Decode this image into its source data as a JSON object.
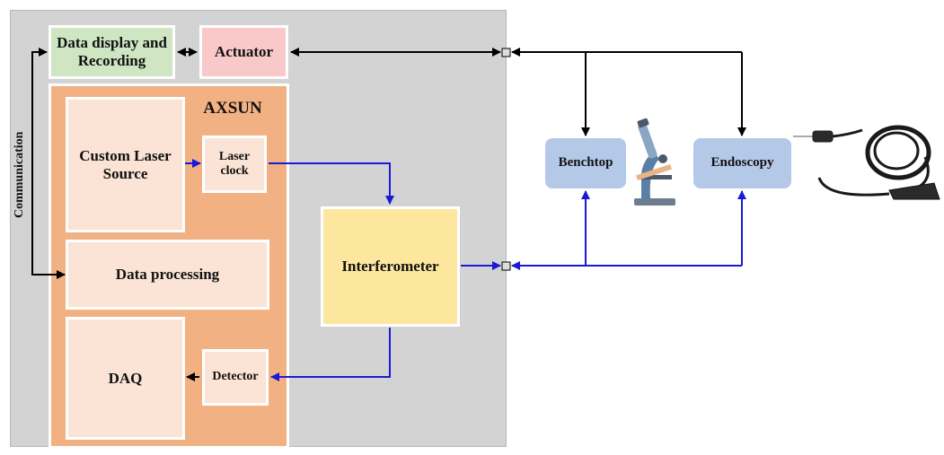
{
  "blocks": {
    "data_display": "Data display and Recording",
    "actuator": "Actuator",
    "axsun": "AXSUN",
    "custom_laser": "Custom Laser Source",
    "laser_clock": "Laser clock",
    "data_processing": "Data processing",
    "daq": "DAQ",
    "detector": "Detector",
    "interferometer": "Interferometer",
    "benchtop": "Benchtop",
    "endoscopy": "Endoscopy"
  },
  "labels": {
    "communication": "Communication"
  },
  "icons": {
    "microscope": "microscope-icon",
    "probe": "endoscope-probe-icon"
  },
  "colors": {
    "signal_blue": "#1a1ad6",
    "control_black": "#000000",
    "gray_panel": "#d3d3d3",
    "orange_panel": "#f2b183",
    "light_block": "#fbe3d5",
    "green_block": "#cfe6c2",
    "pink_block": "#f9c9c9",
    "yellow_block": "#fde79f",
    "blue_block": "#b4c8e8"
  }
}
